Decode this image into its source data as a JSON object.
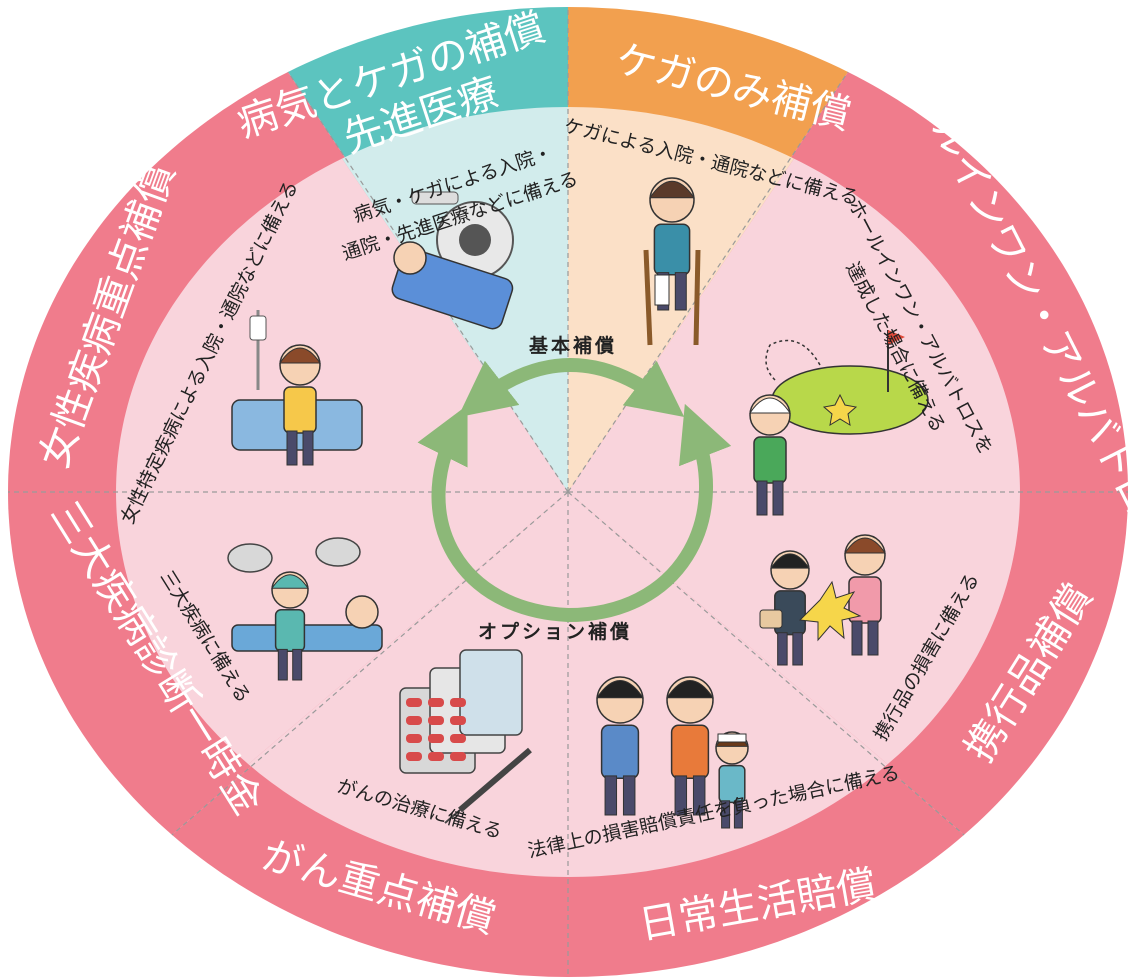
{
  "colors": {
    "pink_outer": "#f07c8c",
    "teal_outer": "#5cc4bf",
    "orange_outer": "#f2a04f",
    "pink_inner": "#f9d4dc",
    "teal_inner": "#d2ecec",
    "orange_inner": "#fbe0c7",
    "arrow_green": "#8cb878"
  },
  "center": {
    "basic_label": "基本補償",
    "option_label": "オプション補償"
  },
  "segments": [
    {
      "key": "sickness_injury",
      "title": [
        "病気とケガの補償",
        "先進医療"
      ],
      "descriptions": [
        "病気・ケガによる入院・",
        "通院・先進医療などに備える"
      ],
      "illustration": "hospital-bed-scanner-icon"
    },
    {
      "key": "injury_only",
      "title": [
        "ケガのみ補償"
      ],
      "descriptions": [
        "ケガによる入院・通院などに備える"
      ],
      "illustration": "man-on-crutches-icon"
    },
    {
      "key": "hole_in_one",
      "title": [
        "ホールインワン・アルバトロス補償"
      ],
      "descriptions": [
        "ホールインワン・アルバトロスを",
        "達成した場合に備える"
      ],
      "illustration": "golfer-hole-in-one-icon"
    },
    {
      "key": "belongings",
      "title": [
        "携行品補償"
      ],
      "descriptions": [
        "携行品の損害に備える"
      ],
      "illustration": "bag-snatch-thief-icon"
    },
    {
      "key": "liability",
      "title": [
        "日常生活賠償"
      ],
      "descriptions": [
        "法律上の損害賠償責任を負った場合に備える"
      ],
      "illustration": "apologizing-parents-icon"
    },
    {
      "key": "cancer",
      "title": [
        "がん重点補償"
      ],
      "descriptions": [
        "がんの治療に備える"
      ],
      "illustration": "pills-syringe-icon"
    },
    {
      "key": "three_diseases",
      "title": [
        "三大疾病診断一時金"
      ],
      "descriptions": [
        "三大疾病に備える"
      ],
      "illustration": "surgeon-operating-icon"
    },
    {
      "key": "women_diseases",
      "title": [
        "女性疾病重点補償"
      ],
      "descriptions": [
        "女性特定疾病による入院・通院などに備える"
      ],
      "illustration": "woman-hospital-bed-icon"
    }
  ]
}
